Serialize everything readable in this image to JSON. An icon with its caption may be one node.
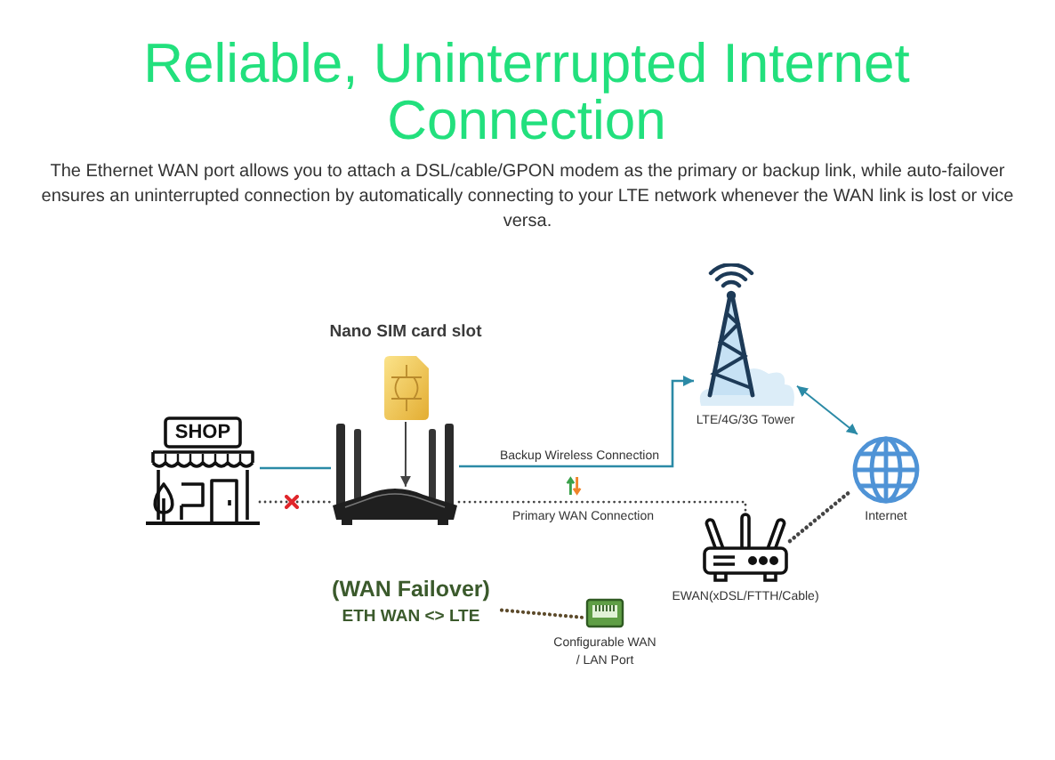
{
  "diagram": {
    "title": "Reliable, Uninterrupted Internet Connection",
    "nodes": [
      {
        "text": [
          "SHOP"
        ]
      },
      {
        "text": [
          "Nano SIM card slot"
        ]
      },
      {
        "text": [],
        "shape": "picture"
      },
      {
        "text": [],
        "shape": "picture",
        "beside": [
          "LTE/4G/3G Tower"
        ]
      },
      {
        "text": [],
        "shape": "picture",
        "beside": [
          "Internet"
        ]
      },
      {
        "text": [],
        "shape": "picture",
        "beside": [
          "EWAN(xDSL/FTTH/Cable)"
        ]
      },
      {
        "text": [
          "(WAN Failover)",
          "ETH WAN <> LTE"
        ]
      },
      {
        "text": [],
        "shape": "picture",
        "beside": [
          "Configurable WAN / LAN Port"
        ]
      }
    ],
    "edges": [
      {
        "from": 0,
        "to": 2,
        "arrow": "none",
        "color": "#2b8aa6"
      },
      {
        "from": 0,
        "to": 2,
        "arrow": "none",
        "style": "dashed"
      },
      {
        "from": 1,
        "to": 2,
        "arrow": "to"
      },
      {
        "from": 2,
        "to": 3,
        "arrow": "to",
        "label": "Backup Wireless Connection",
        "color": "#2b8aa6"
      },
      {
        "from": 2,
        "to": 5,
        "arrow": "none",
        "label": "Primary WAN Connection",
        "style": "dashed"
      },
      {
        "from": 3,
        "to": 4,
        "arrow": "both",
        "color": "#2b8aa6"
      },
      {
        "from": 5,
        "to": 4,
        "arrow": "none",
        "style": "dashed"
      },
      {
        "from": 6,
        "to": 7,
        "arrow": "none",
        "style": "dashed",
        "color": "#5c4a2a"
      }
    ],
    "labels": [
      "The Ethernet WAN port allows you to attach a DSL/cable/GPON modem as the primary or backup link, while auto-failover ensures an uninterrupted connection by automatically connecting to your LTE network whenever the WAN link is lost or vice versa."
    ]
  }
}
